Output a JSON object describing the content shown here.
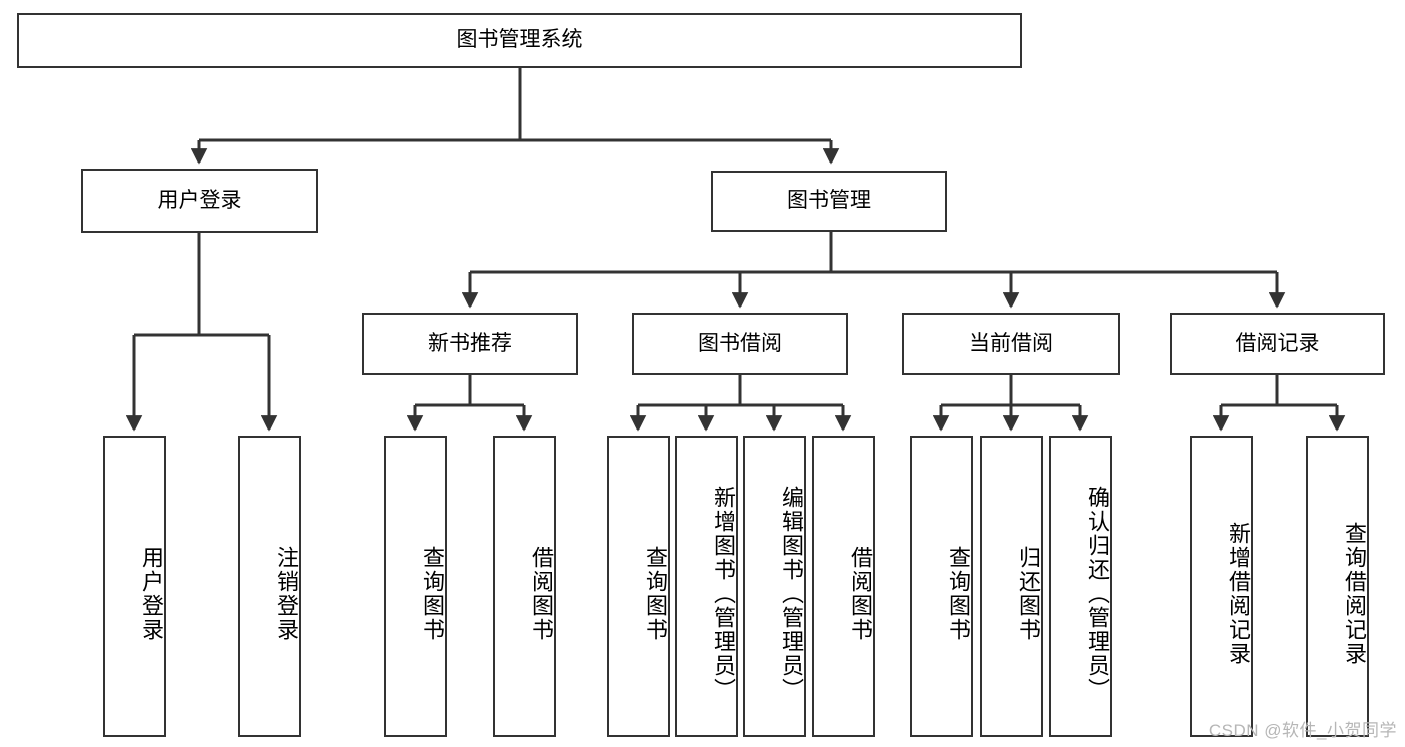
{
  "diagram": {
    "type": "tree",
    "title": "图书管理系统",
    "background_color": "#ffffff",
    "line_color": "#333333",
    "box_border_color": "#333333",
    "box_fill_color": "#ffffff",
    "text_color": "#000000"
  },
  "root": {
    "label": "图书管理系统"
  },
  "level2": [
    {
      "label": "用户登录"
    },
    {
      "label": "图书管理"
    }
  ],
  "level3": [
    {
      "label": "新书推荐"
    },
    {
      "label": "图书借阅"
    },
    {
      "label": "当前借阅"
    },
    {
      "label": "借阅记录"
    }
  ],
  "leaves": {
    "user_login": [
      {
        "label": "用户登录"
      },
      {
        "label": "注销登录"
      }
    ],
    "new_book": [
      {
        "label": "查询图书"
      },
      {
        "label": "借阅图书"
      }
    ],
    "book_borrow": [
      {
        "label": "查询图书"
      },
      {
        "label": "新增图书（管理员）"
      },
      {
        "label": "编辑图书（管理员）"
      },
      {
        "label": "借阅图书"
      }
    ],
    "current_borrow": [
      {
        "label": "查询图书"
      },
      {
        "label": "归还图书"
      },
      {
        "label": "确认归还（管理员）"
      }
    ],
    "borrow_record": [
      {
        "label": "新增借阅记录"
      },
      {
        "label": "查询借阅记录"
      }
    ]
  },
  "watermark": {
    "text": "CSDN @软件_小贺同学"
  }
}
